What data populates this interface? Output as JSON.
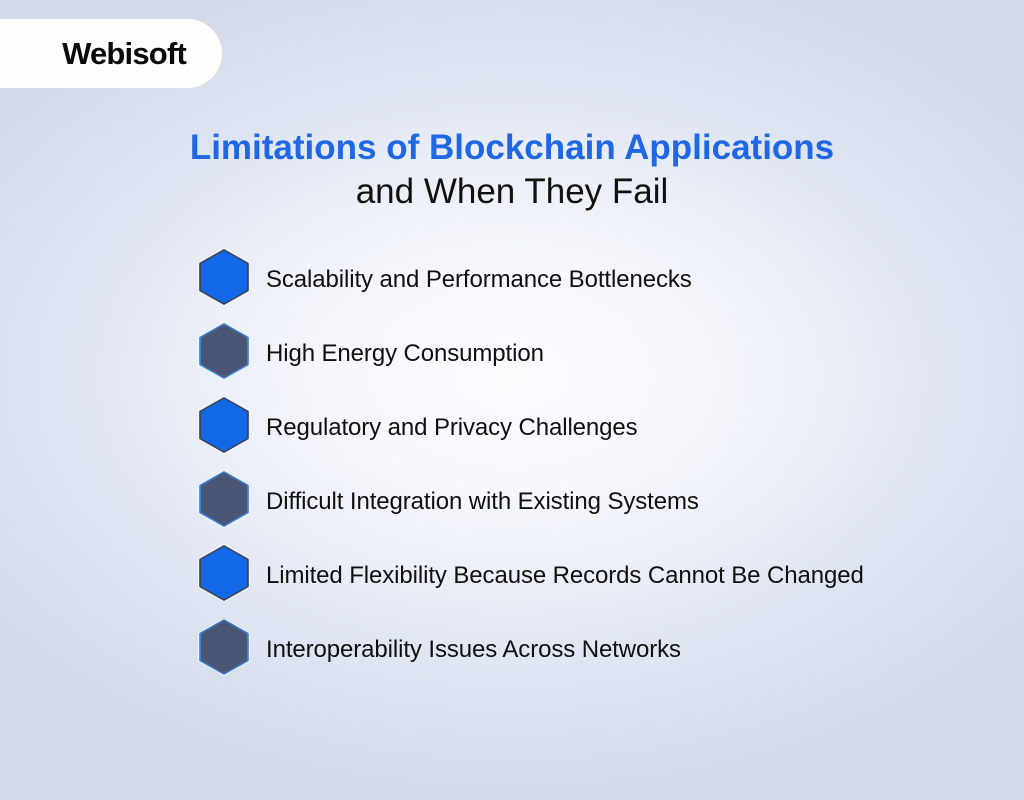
{
  "brand": {
    "logo_text": "Webisoft",
    "pill_color": "#fdfdfb",
    "logo_text_color": "#0a0a0a"
  },
  "title": {
    "line1": "Limitations of Blockchain Applications",
    "line2": "and When They Fail",
    "line1_color": "#2067e6",
    "line2_color": "#111111"
  },
  "background": {
    "edge_color": "#ced6e6",
    "center_color": "#fbfcfe"
  },
  "bullets": {
    "blue_fill": "#1368e8",
    "blue_ring": "#3c4455",
    "dark_fill": "#4a5573",
    "dark_ring": "#3d7fd0",
    "halo_color": "#eef3fb",
    "items": [
      {
        "label": "Scalability and Performance Bottlenecks",
        "icon": "hexagon-icon",
        "style": "blue"
      },
      {
        "label": "High Energy Consumption",
        "icon": "hexagon-icon",
        "style": "dark"
      },
      {
        "label": "Regulatory and Privacy Challenges",
        "icon": "hexagon-icon",
        "style": "blue"
      },
      {
        "label": "Difficult Integration with Existing Systems",
        "icon": "hexagon-icon",
        "style": "dark"
      },
      {
        "label": "Limited Flexibility Because Records Cannot Be Changed",
        "icon": "hexagon-icon",
        "style": "blue"
      },
      {
        "label": "Interoperability Issues Across Networks",
        "icon": "hexagon-icon",
        "style": "dark"
      }
    ]
  }
}
